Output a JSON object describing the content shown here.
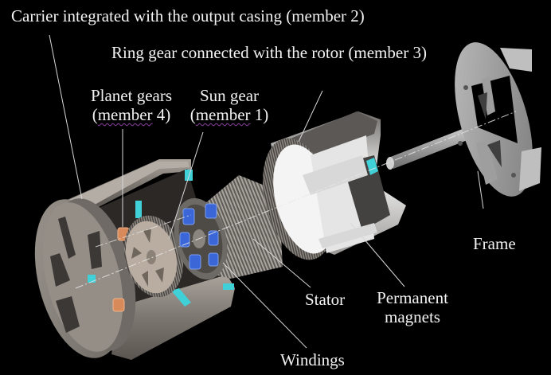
{
  "diagram": {
    "title": "Exploded view of motor with integrated planetary gear",
    "background_color": "#000000",
    "label_color": "#f2f2f2",
    "leader_color": "#d8d8d8",
    "labels": {
      "carrier": "Carrier integrated with the output casing (member 2)",
      "ring_gear": "Ring gear connected with the rotor (member 3)",
      "planet_gears_line1": "Planet gears",
      "planet_gears_open": "(",
      "planet_gears_member": "member",
      "planet_gears_close": " 4)",
      "sun_gear_line1": "Sun gear",
      "sun_gear_open": "(",
      "sun_gear_member": "member",
      "sun_gear_close": " 1)",
      "frame": "Frame",
      "stator": "Stator",
      "permanent_magnets_line1": "Permanent",
      "permanent_magnets_line2": "magnets",
      "windings": "Windings"
    },
    "components": [
      {
        "name": "Carrier / output casing",
        "color": "#8c8680"
      },
      {
        "name": "Planet gears",
        "color": "#d98a5a"
      },
      {
        "name": "Sun gear",
        "color": "#b8ada0"
      },
      {
        "name": "Stator",
        "color": "#7a7570"
      },
      {
        "name": "Windings",
        "color": "#3a66d8"
      },
      {
        "name": "Ring gear / rotor",
        "color": "#c8c8c8"
      },
      {
        "name": "Permanent magnets",
        "color": "#e0e0e0"
      },
      {
        "name": "Shaft",
        "color": "#b0b0b0"
      },
      {
        "name": "Frame",
        "color": "#9a9a9a"
      },
      {
        "name": "Bearings",
        "color": "#3fd0d8"
      }
    ]
  }
}
